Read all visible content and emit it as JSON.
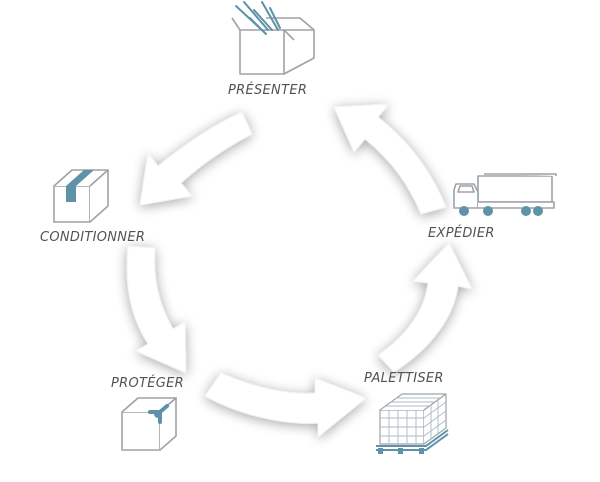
{
  "steps": [
    {
      "id": "presenter",
      "label": "PRÉSENTER",
      "icon": "open-box-icon"
    },
    {
      "id": "expedier",
      "label": "EXPÉDIER",
      "icon": "truck-icon"
    },
    {
      "id": "palettiser",
      "label": "PALETTISER",
      "icon": "pallet-icon"
    },
    {
      "id": "proteger",
      "label": "PROTÉGER",
      "icon": "corner-protector-box-icon"
    },
    {
      "id": "conditionner",
      "label": "CONDITIONNER",
      "icon": "taped-box-icon"
    }
  ],
  "colors": {
    "outline": "#9ea3a8",
    "accent": "#5e92a8",
    "text": "#4f5358",
    "arrow": "#ffffff"
  }
}
